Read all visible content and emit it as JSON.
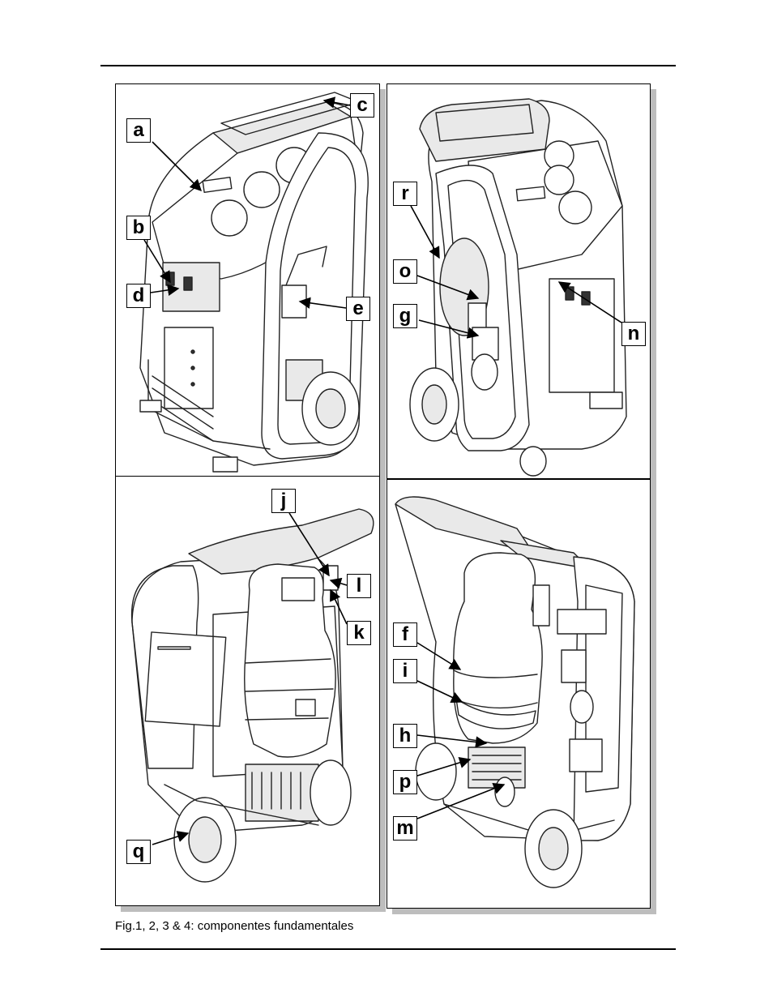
{
  "figure": {
    "caption": "Fig.1, 2, 3 & 4: componentes fundamentales",
    "labels": {
      "a": "a",
      "b": "b",
      "c": "c",
      "d": "d",
      "e": "e",
      "f": "f",
      "g": "g",
      "h": "h",
      "i": "i",
      "j": "j",
      "k": "k",
      "l": "l",
      "m": "m",
      "n": "n",
      "o": "o",
      "p": "p",
      "q": "q",
      "r": "r"
    }
  }
}
